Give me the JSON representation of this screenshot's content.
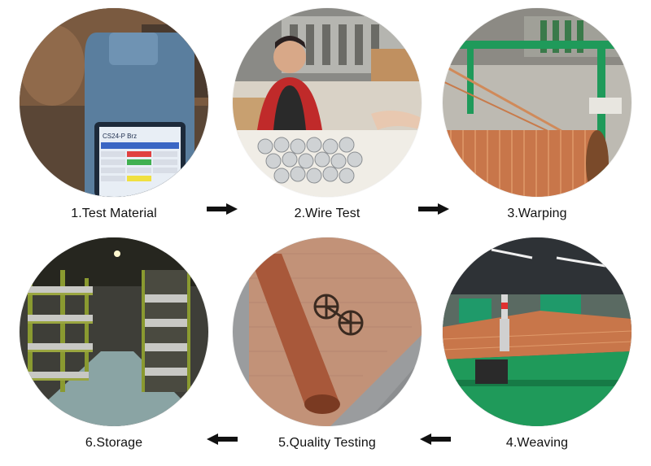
{
  "steps": [
    {
      "label": "1.Test Material",
      "image": "handheld-spectrometer-photo",
      "screen_title": "CS24-P Brz"
    },
    {
      "label": "2.Wire Test",
      "image": "worker-testing-wire-spools-photo"
    },
    {
      "label": "3.Warping",
      "image": "copper-warping-machine-photo"
    },
    {
      "label": "4.Weaving",
      "image": "weaving-looms-factory-photo"
    },
    {
      "label": "5.Quality Testing",
      "image": "copper-mesh-roll-photo"
    },
    {
      "label": "6.Storage",
      "image": "warehouse-shelves-photo"
    }
  ],
  "arrows": [
    {
      "direction": "right",
      "icon": "arrow-right-icon"
    },
    {
      "direction": "right",
      "icon": "arrow-right-icon"
    },
    {
      "direction": "left",
      "icon": "arrow-left-icon"
    },
    {
      "direction": "left",
      "icon": "arrow-left-icon"
    }
  ],
  "colors": {
    "copper": "#c8764a",
    "machine_green": "#1f9a5a",
    "arrow": "#111111"
  }
}
